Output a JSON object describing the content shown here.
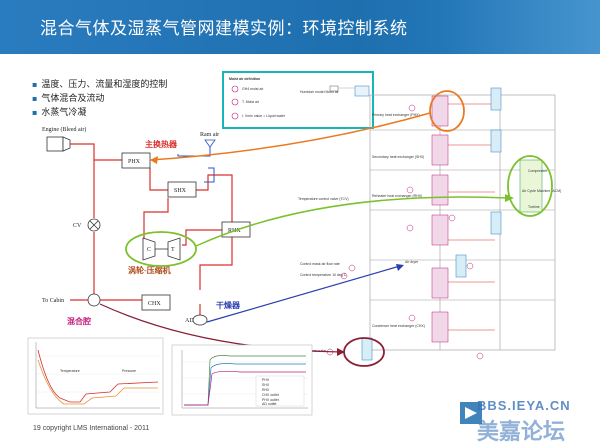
{
  "slide": {
    "title": "混合气体及湿蒸气管网建模实例：环境控制系统",
    "bullets": [
      "温度、压力、流量和湿度的控制",
      "气体混合及流动",
      "水蒸气冷凝"
    ],
    "footer": "19 copyright LMS International - 2011",
    "watermark_top": "BBS.IEYA.CN",
    "watermark_bottom": "美嘉论坛"
  },
  "schematic": {
    "engine_label": "Engine (Bleed air)",
    "ram_air_label": "Ram air",
    "phx": "PHX",
    "shx": "SHX",
    "rhx": "RHX",
    "chx": "CHX",
    "c_label": "C",
    "t_label": "T",
    "cv_label": "CV",
    "ad_label": "AD",
    "to_cabin": "To Cabin",
    "main_hx_cn": "主换热器",
    "turbo_cn": "涡轮-压缩机",
    "dryer_cn": "干燥器",
    "mix_cn": "混合腔"
  },
  "legend_box": {
    "title": "Moist air definition",
    "items": [
      "GH4 moist air",
      "T. Moist air",
      "I. Vmin value = Liquid water"
    ],
    "side": "Humidair model Moist air"
  },
  "amesim": {
    "labels": [
      "Primary heat exchanger (PHX)",
      "Secondary heat exchanger (SHX)",
      "Temperature control valve (TCV)",
      "Reheater heat exchanger (RHX)",
      "Control mask air flow rate",
      "Control temperature 10 deg C",
      "Air dryer",
      "Condenser heat exchanger (CHX)",
      "System outlet",
      "Compressor",
      "Air Cycle Machine (ACM)",
      "Turbine"
    ]
  },
  "plot1": {
    "labels": [
      "Temperature",
      "Pressure"
    ]
  },
  "plot2": {
    "legend": [
      "PHX",
      "SHX",
      "RHX",
      "CHX outlet",
      "PHX outlet",
      "AD outlet"
    ]
  },
  "colors": {
    "title_bar": "#1e6fae",
    "red": "#d9302c",
    "orange": "#ea7a22",
    "green": "#7cc02c",
    "blue": "#2c3fb0",
    "maroon": "#8a1e36",
    "magenta": "#c21e7e",
    "teal": "#17b6b6"
  }
}
